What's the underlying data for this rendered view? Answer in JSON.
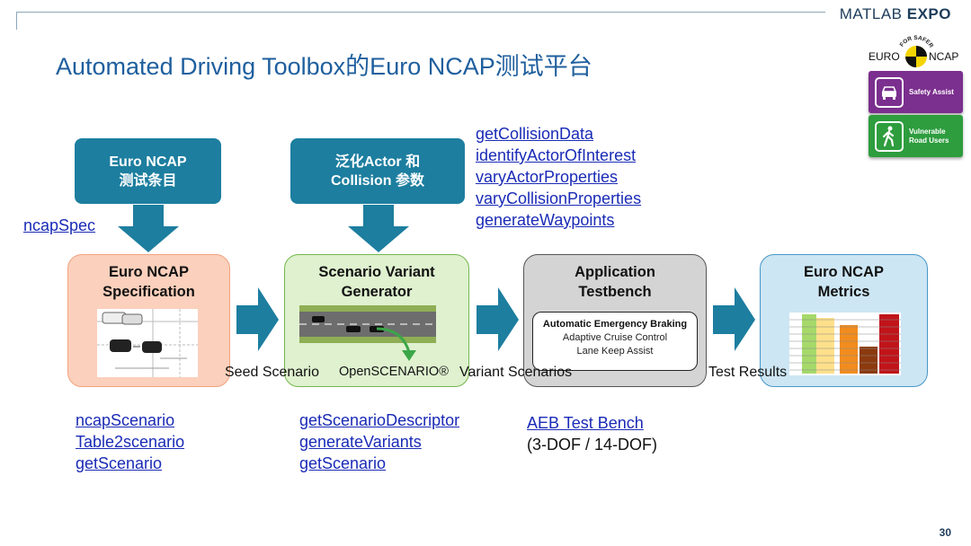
{
  "header": {
    "logo_left": "MATLAB",
    "logo_right": "EXPO",
    "title": "Automated Driving Toolbox的Euro NCAP测试平台",
    "page_number": "30"
  },
  "ncap_logo": {
    "left": "EURO",
    "right": "NCAP",
    "arc": "FOR SAFER CARS",
    "badges": [
      {
        "label": "Safety Assist",
        "color": "#7b2f8e"
      },
      {
        "label": "Vulnerable Road Users",
        "color": "#2e9d3e"
      }
    ]
  },
  "inputs": {
    "ncap_tests": "Euro NCAP 测试条目",
    "actor_params": "泛化Actor 和 Collision 参数"
  },
  "stages": {
    "spec": "Euro NCAP Specification",
    "generator": "Scenario Variant Generator",
    "generator_caption": "OpenSCENARIO®",
    "app": "Application Testbench",
    "app_items": [
      "Automatic Emergency Braking",
      "Adaptive Cruise Control",
      "Lane Keep Assist"
    ],
    "metrics": "Euro NCAP Metrics"
  },
  "flow_labels": {
    "seed": "Seed Scenario",
    "variant": "Variant Scenarios",
    "results": "Test Results"
  },
  "functions": {
    "spec_input": [
      "ncapSpec"
    ],
    "generator_input": [
      "getCollisionData",
      "identifyActorOfInterest",
      "varyActorProperties",
      "varyCollisionProperties",
      "generateWaypoints"
    ],
    "spec_output": [
      "ncapScenario",
      "Table2scenario",
      "getScenario"
    ],
    "generator_output": [
      "getScenarioDescriptor",
      "generateVariants",
      "getScenario"
    ],
    "app_link": "AEB Test Bench",
    "app_note": "(3-DOF / 14-DOF)"
  },
  "colors": {
    "title": "#1f5f9e",
    "arrow": "#1d7e9f",
    "link": "#1a2bb6"
  }
}
